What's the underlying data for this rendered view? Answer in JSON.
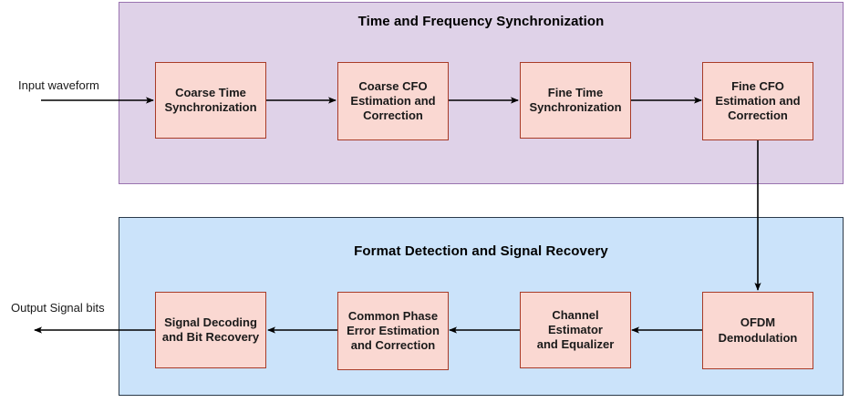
{
  "diagram": {
    "input_label": "Input waveform",
    "output_label": "Output Signal bits",
    "colors": {
      "sync_group_fill": "#dfd2e8",
      "sync_group_border": "#9a73b0",
      "recovery_group_fill": "#cbe3fa",
      "recovery_group_border": "#2b3a4a",
      "block_fill": "#fad8d2",
      "block_border": "#a83b28",
      "arrow": "#000000"
    },
    "groups": [
      {
        "title": "Time and Frequency Synchronization",
        "blocks": [
          {
            "label": "Coarse Time\nSynchronization"
          },
          {
            "label": "Coarse CFO\nEstimation and\nCorrection"
          },
          {
            "label": "Fine Time\nSynchronization"
          },
          {
            "label": "Fine CFO\nEstimation and\nCorrection"
          }
        ]
      },
      {
        "title": "Format Detection and Signal Recovery",
        "blocks": [
          {
            "label": "Signal Decoding\nand Bit Recovery"
          },
          {
            "label": "Common Phase\nError Estimation\nand Correction"
          },
          {
            "label": "Channel Estimator\nand Equalizer"
          },
          {
            "label": "OFDM\nDemodulation"
          }
        ]
      }
    ]
  }
}
